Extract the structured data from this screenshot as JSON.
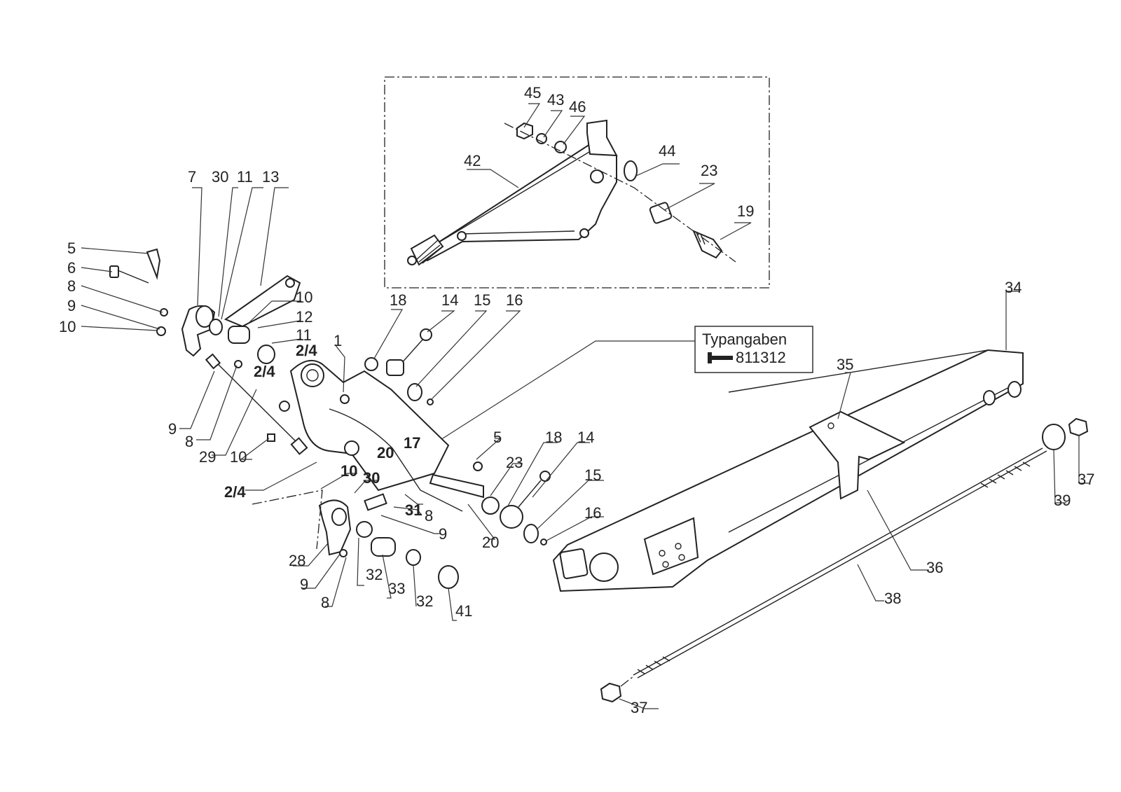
{
  "info_box": {
    "title": "Typangaben",
    "code": "811312",
    "icon": "bolt-icon"
  },
  "labels": {
    "l45": "45",
    "l43": "43",
    "l46": "46",
    "l42": "42",
    "l44": "44",
    "l23a": "23",
    "l19": "19",
    "l7": "7",
    "l30a": "30",
    "l11a": "11",
    "l13": "13",
    "l5a": "5",
    "l6": "6",
    "l8a": "8",
    "l9a": "9",
    "l10a": "10",
    "l10b": "10",
    "l12": "12",
    "l11b": "11",
    "l24a": "2/4",
    "l24b": "2/4",
    "l1": "1",
    "l18a": "18",
    "l14a": "14",
    "l15a": "15",
    "l16a": "16",
    "l9b": "9",
    "l8b": "8",
    "l29": "29",
    "l10c": "10",
    "l24c": "2/4",
    "l20a": "20",
    "l17": "17",
    "l10d": "10",
    "l30b": "30",
    "l31": "31",
    "l8c": "8",
    "l9c": "9",
    "l5b": "5",
    "l23b": "23",
    "l18b": "18",
    "l14b": "14",
    "l15b": "15",
    "l16b": "16",
    "l20b": "20",
    "l28": "28",
    "l9d": "9",
    "l8d": "8",
    "l32a": "32",
    "l33": "33",
    "l32b": "32",
    "l41": "41",
    "l34": "34",
    "l35": "35",
    "l36": "36",
    "l37a": "37",
    "l39": "39",
    "l38": "38",
    "l37b": "37"
  }
}
